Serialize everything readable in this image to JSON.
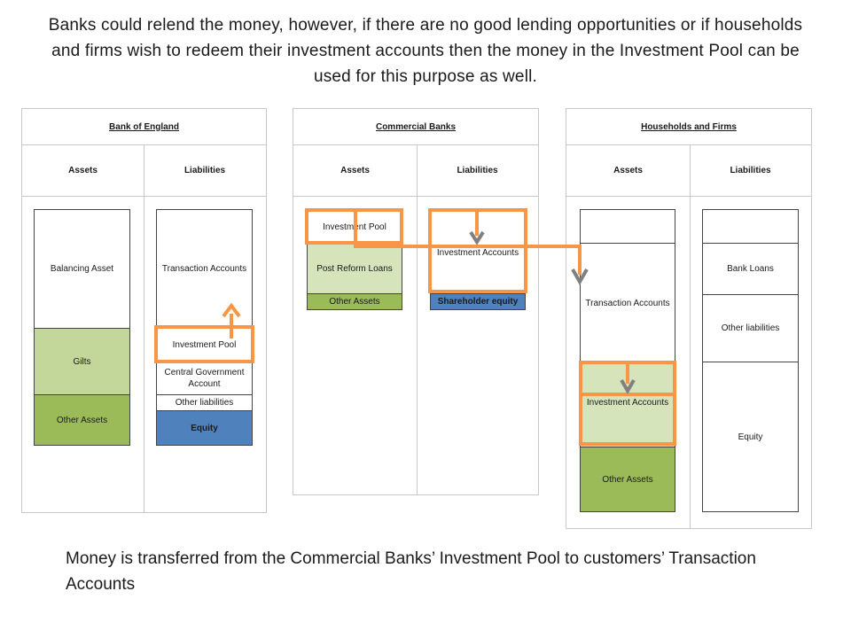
{
  "caption_top": "Banks could relend the money, however, if there are no good lending opportunities or if households and firms wish to redeem their investment accounts then the money in the Investment Pool can be used for this purpose as well.",
  "caption_bottom": "Money is transferred from the Commercial Banks’ Investment Pool to customers’ Transaction Accounts",
  "colors": {
    "highlight": "#f79646",
    "light_green": "#d6e4bc",
    "mid_green": "#c4d79b",
    "green": "#9bbb59",
    "blue": "#4f81bd"
  },
  "boe": {
    "title": "Bank of England",
    "assets_label": "Assets",
    "liabilities_label": "Liabilities",
    "assets": [
      "Balancing Asset",
      "Gilts",
      "Other Assets"
    ],
    "liabilities": [
      "Transaction Accounts",
      "Investment Pool",
      "Central Government Account",
      "Other liabilities",
      "Equity"
    ]
  },
  "cb": {
    "title": "Commercial Banks",
    "assets_label": "Assets",
    "liabilities_label": "Liabilities",
    "assets": [
      "Investment Pool",
      "Post Reform Loans",
      "Other Assets"
    ],
    "liabilities": [
      "Investment Accounts",
      "Shareholder equity"
    ]
  },
  "hf": {
    "title": "Households and Firms",
    "assets_label": "Assets",
    "liabilities_label": "Liabilities",
    "assets": [
      "Transaction Accounts",
      "Investment Accounts",
      "Other Assets"
    ],
    "liabilities": [
      "Bank Loans",
      "Other liabilities",
      "Equity"
    ]
  }
}
